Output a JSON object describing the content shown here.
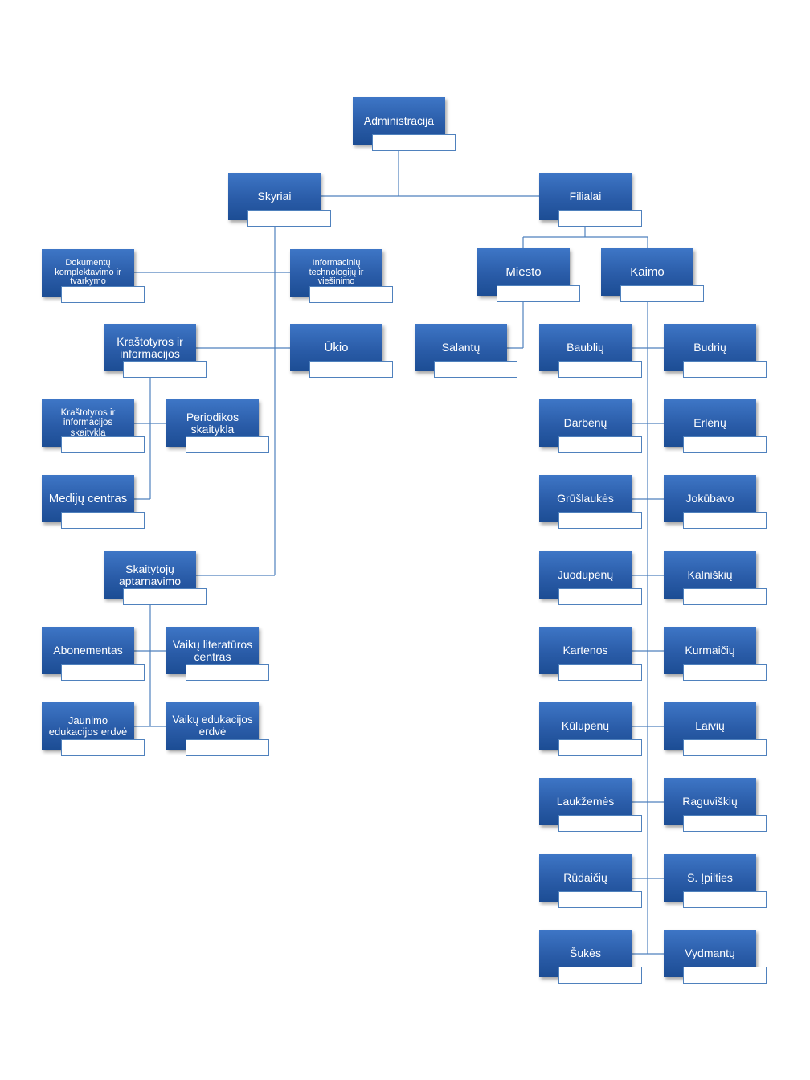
{
  "org_chart": {
    "nodes": [
      {
        "id": "administracija",
        "label": "Administracija"
      },
      {
        "id": "skyriai",
        "label": "Skyriai"
      },
      {
        "id": "filialai",
        "label": "Filialai"
      },
      {
        "id": "dokumentu",
        "label": "Dokumentų\nkomplektavimo ir\ntvarkymo"
      },
      {
        "id": "informaciniu",
        "label": "Informacinių\ntechnologijų ir\nviešinimo"
      },
      {
        "id": "krastotyros",
        "label": "Kraštotyros ir\ninformacijos"
      },
      {
        "id": "ukio",
        "label": "Ūkio"
      },
      {
        "id": "krastotyros-skaitykla",
        "label": "Kraštotyros ir\ninformacijos\nskaitykla"
      },
      {
        "id": "periodikos",
        "label": "Periodikos\nskaitykla"
      },
      {
        "id": "mediju",
        "label": "Medijų centras"
      },
      {
        "id": "skaitytoju",
        "label": "Skaitytojų\naptarnavimo"
      },
      {
        "id": "abonementas",
        "label": "Abonementas"
      },
      {
        "id": "vaiku-literaturos",
        "label": "Vaikų literatūros\ncentras"
      },
      {
        "id": "jaunimo",
        "label": "Jaunimo\nedukacijos erdvė"
      },
      {
        "id": "vaiku-edukacijos",
        "label": "Vaikų edukacijos\nerdvė"
      },
      {
        "id": "miesto",
        "label": "Miesto"
      },
      {
        "id": "kaimo",
        "label": "Kaimo"
      },
      {
        "id": "salantu",
        "label": "Salantų"
      },
      {
        "id": "baubliu",
        "label": "Baublių"
      },
      {
        "id": "budriu",
        "label": "Budrių"
      },
      {
        "id": "darbenu",
        "label": "Darbėnų"
      },
      {
        "id": "erlenu",
        "label": "Erlėnų"
      },
      {
        "id": "gruslaukes",
        "label": "Grūšlaukės"
      },
      {
        "id": "jokubavo",
        "label": "Jokūbavo"
      },
      {
        "id": "juodupenu",
        "label": "Juodupėnų"
      },
      {
        "id": "kalniskiu",
        "label": "Kalniškių"
      },
      {
        "id": "kartenos",
        "label": "Kartenos"
      },
      {
        "id": "kurmaiciu",
        "label": "Kurmaičių"
      },
      {
        "id": "kulupenu",
        "label": "Kūlupėnų"
      },
      {
        "id": "laiviu",
        "label": "Laivių"
      },
      {
        "id": "laukzemes",
        "label": "Laukžemės"
      },
      {
        "id": "raguviskiu",
        "label": "Raguviškių"
      },
      {
        "id": "rudaiciu",
        "label": "Rūdaičių"
      },
      {
        "id": "s-ipilties",
        "label": "S. Įpilties"
      },
      {
        "id": "sukes",
        "label": "Šukės"
      },
      {
        "id": "vydmantu",
        "label": "Vydmantų"
      }
    ]
  },
  "colors": {
    "box_top": "#3e76c6",
    "box_bottom": "#1c4d94",
    "connector": "#4f81bd",
    "tab_border": "#4f81bd"
  }
}
